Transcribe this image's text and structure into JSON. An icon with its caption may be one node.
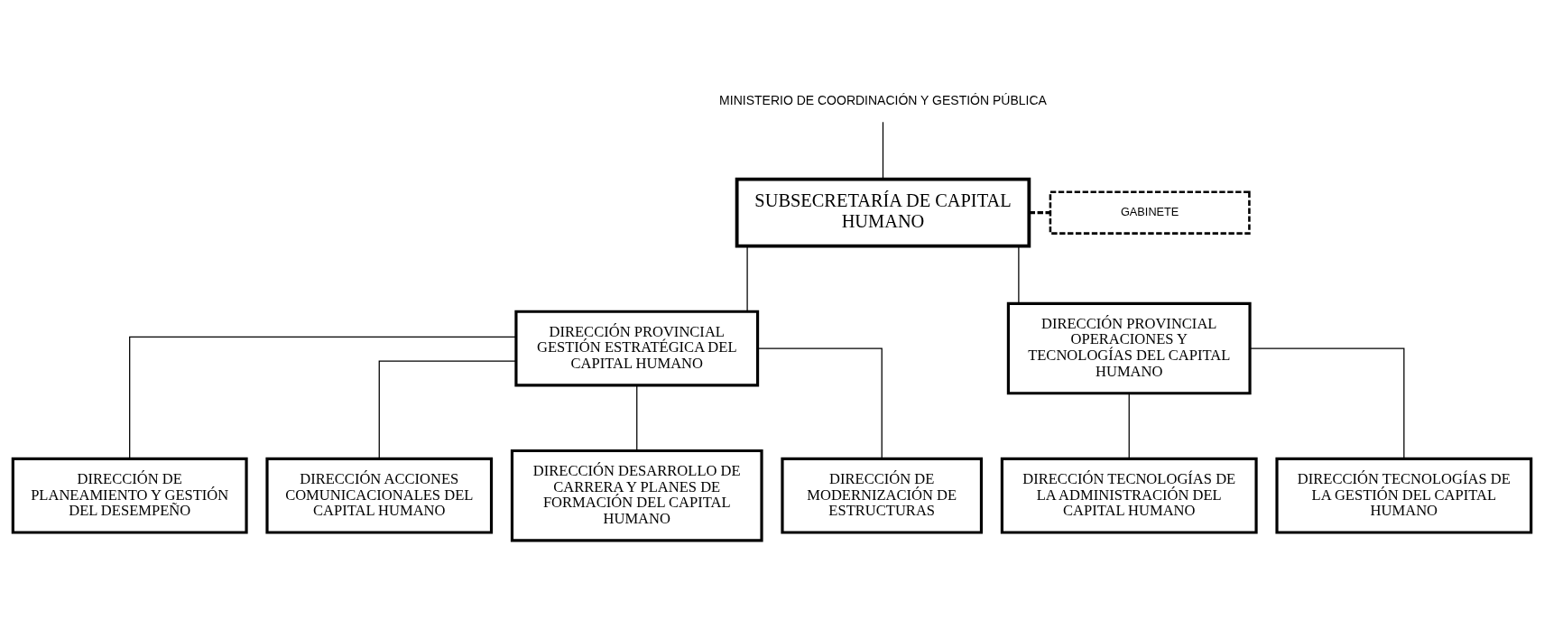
{
  "diagram": {
    "nodes": [
      {
        "text": [
          "MINISTERIO DE COORDINACIÓN Y GESTIÓN PÚBLICA"
        ]
      },
      {
        "text": [
          "SUBSECRETARÍA DE CAPITAL HUMANO"
        ]
      },
      {
        "text": [
          "GABINETE"
        ]
      },
      {
        "text": [
          "DIRECCIÓN PROVINCIAL GESTIÓN ESTRATÉGICA DEL CAPITAL HUMANO"
        ]
      },
      {
        "text": [
          "DIRECCIÓN PROVINCIAL OPERACIONES Y TECNOLOGÍAS DEL CAPITAL HUMANO"
        ]
      },
      {
        "text": [
          "DIRECCIÓN DE PLANEAMIENTO Y GESTIÓN DEL DESEMPEÑO"
        ]
      },
      {
        "text": [
          "DIRECCIÓN ACCIONES COMUNICACIONALES DEL CAPITAL HUMANO"
        ]
      },
      {
        "text": [
          "DIRECCIÓN DESARROLLO DE CARRERA Y PLANES DE FORMACIÓN DEL CAPITAL HUMANO"
        ]
      },
      {
        "text": [
          "DIRECCIÓN DE MODERNIZACIÓN DE ESTRUCTURAS"
        ]
      },
      {
        "text": [
          "DIRECCIÓN TECNOLOGÍAS DE LA ADMINISTRACIÓN DEL CAPITAL HUMANO"
        ]
      },
      {
        "text": [
          "DIRECCIÓN TECNOLOGÍAS DE LA GESTIÓN DEL CAPITAL HUMANO"
        ]
      }
    ],
    "edges": [
      {
        "from": 0,
        "to": 1,
        "arrow": "none"
      },
      {
        "from": 1,
        "to": 2,
        "arrow": "none",
        "style": "dashed"
      },
      {
        "from": 1,
        "to": 3,
        "arrow": "none"
      },
      {
        "from": 1,
        "to": 4,
        "arrow": "none"
      },
      {
        "from": 3,
        "to": 5,
        "arrow": "none"
      },
      {
        "from": 3,
        "to": 6,
        "arrow": "none"
      },
      {
        "from": 3,
        "to": 7,
        "arrow": "none"
      },
      {
        "from": 3,
        "to": 8,
        "arrow": "none"
      },
      {
        "from": 4,
        "to": 9,
        "arrow": "none"
      },
      {
        "from": 4,
        "to": 10,
        "arrow": "none"
      }
    ]
  }
}
